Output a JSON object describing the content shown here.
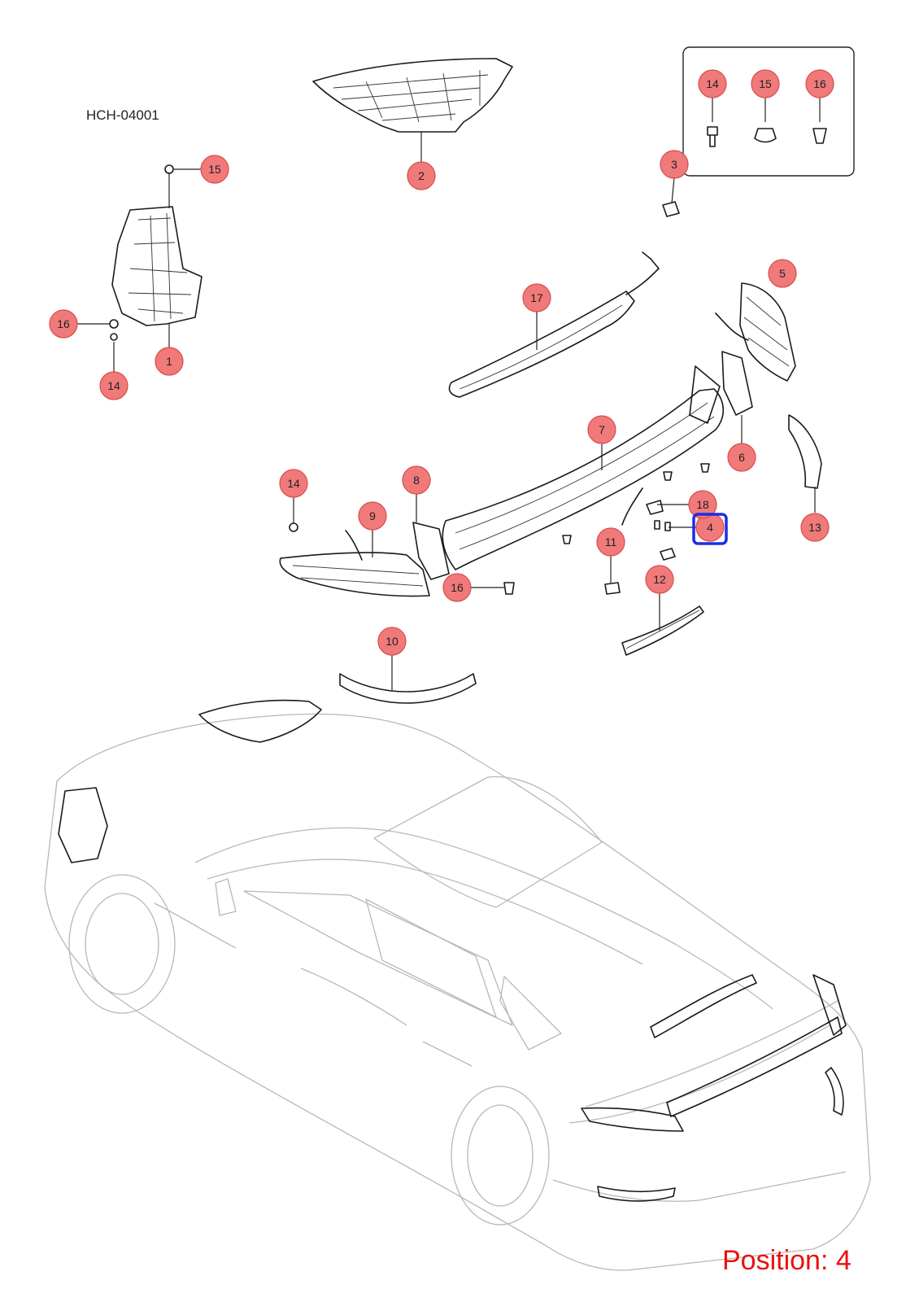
{
  "diagram_code": "HCH-04001",
  "position_label": "Position: 4",
  "highlight_color": "#1a2de8",
  "callout_color": "#f07a7a",
  "position_color": "#e8120c",
  "callouts": [
    {
      "id": "c1",
      "label": "1"
    },
    {
      "id": "c2",
      "label": "2"
    },
    {
      "id": "c3",
      "label": "3"
    },
    {
      "id": "c4",
      "label": "4"
    },
    {
      "id": "c5",
      "label": "5"
    },
    {
      "id": "c6",
      "label": "6"
    },
    {
      "id": "c7",
      "label": "7"
    },
    {
      "id": "c8",
      "label": "8"
    },
    {
      "id": "c9",
      "label": "9"
    },
    {
      "id": "c10",
      "label": "10"
    },
    {
      "id": "c11",
      "label": "11"
    },
    {
      "id": "c12",
      "label": "12"
    },
    {
      "id": "c13",
      "label": "13"
    },
    {
      "id": "c14a",
      "label": "14"
    },
    {
      "id": "c14b",
      "label": "14"
    },
    {
      "id": "c14c",
      "label": "14"
    },
    {
      "id": "c15a",
      "label": "15"
    },
    {
      "id": "c15b",
      "label": "15"
    },
    {
      "id": "c16a",
      "label": "16"
    },
    {
      "id": "c16b",
      "label": "16"
    },
    {
      "id": "c16c",
      "label": "16"
    },
    {
      "id": "c17",
      "label": "17"
    },
    {
      "id": "c18",
      "label": "18"
    }
  ]
}
